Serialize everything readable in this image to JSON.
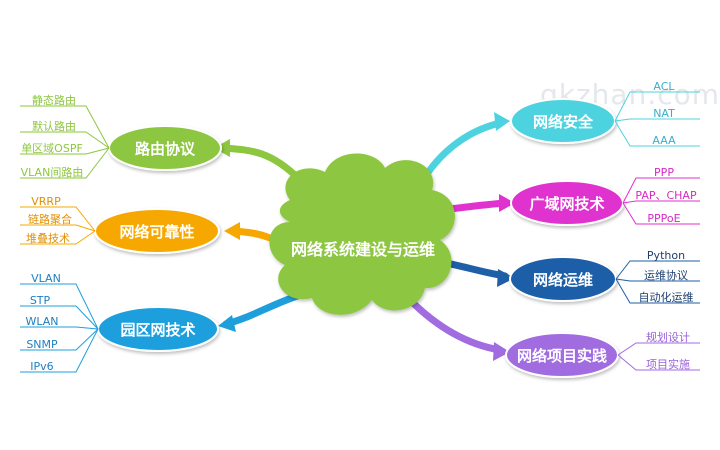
{
  "watermark": "gkzhan.com",
  "center": {
    "label": "网络系统建设与运维",
    "color": "#8dc63f"
  },
  "left_branches": [
    {
      "label": "路由协议",
      "color": "#8dc63f",
      "text_color": "#8dc63f",
      "items": [
        "静态路由",
        "默认路由",
        "单区域OSPF",
        "VLAN间路由"
      ]
    },
    {
      "label": "网络可靠性",
      "color": "#f7a800",
      "text_color": "#e09000",
      "items": [
        "VRRP",
        "链路聚合",
        "堆叠技术"
      ]
    },
    {
      "label": "园区网技术",
      "color": "#1e9fdc",
      "text_color": "#1e7fc0",
      "items": [
        "VLAN",
        "STP",
        "WLAN",
        "SNMP",
        "IPv6"
      ]
    }
  ],
  "right_branches": [
    {
      "label": "网络安全",
      "color": "#4dd3df",
      "text_color": "#3aaecc",
      "items": [
        "ACL",
        "NAT",
        "AAA"
      ]
    },
    {
      "label": "广域网技术",
      "color": "#e032cf",
      "text_color": "#d62ac4",
      "items": [
        "PPP",
        "PAP、CHAP",
        "PPPoE"
      ]
    },
    {
      "label": "网络运维",
      "color": "#1e5fa8",
      "text_color": "#1e3f6e",
      "items": [
        "Python",
        "运维协议",
        "自动化运维"
      ]
    },
    {
      "label": "网络项目实践",
      "color": "#a06ce0",
      "text_color": "#9a5fdc",
      "items": [
        "规划设计",
        "项目实施"
      ]
    }
  ]
}
